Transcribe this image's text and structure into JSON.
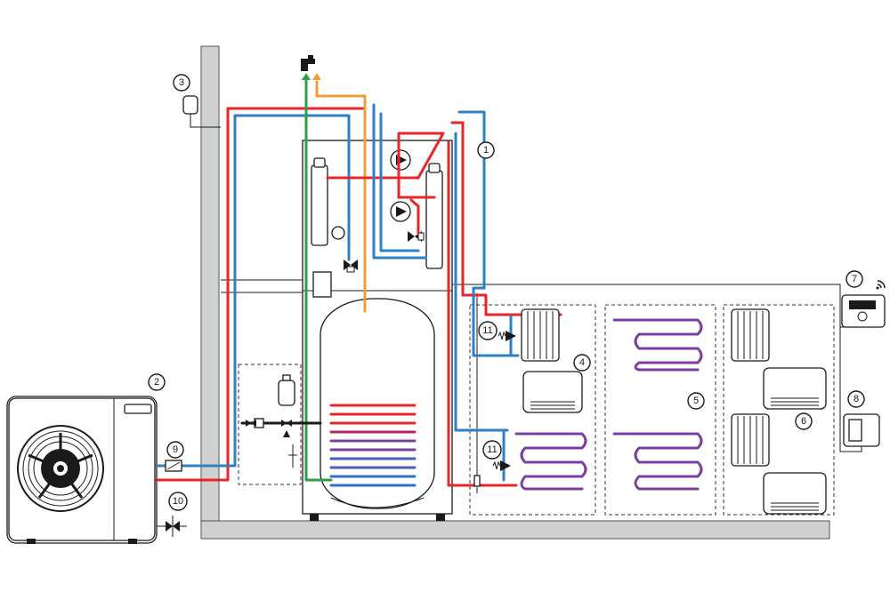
{
  "colors": {
    "hot": "#e8262a",
    "cold": "#2f7fc4",
    "dhw_hot": "#f39c34",
    "dhw_cold": "#2e9e47",
    "wall": "#d0d0d0",
    "outline": "#1a1a1a"
  },
  "callouts": {
    "c1": "1",
    "c2": "2",
    "c3": "3",
    "c4": "4",
    "c5": "5",
    "c6": "6",
    "c7": "7",
    "c8": "8",
    "c9": "9",
    "c10": "10",
    "c11a": "11",
    "c11b": "11"
  },
  "icons": {
    "tap": "water-tap-icon",
    "wifi": "wifi-signal-icon",
    "pump": "circulation-pump-icon",
    "fan": "fan-icon"
  }
}
